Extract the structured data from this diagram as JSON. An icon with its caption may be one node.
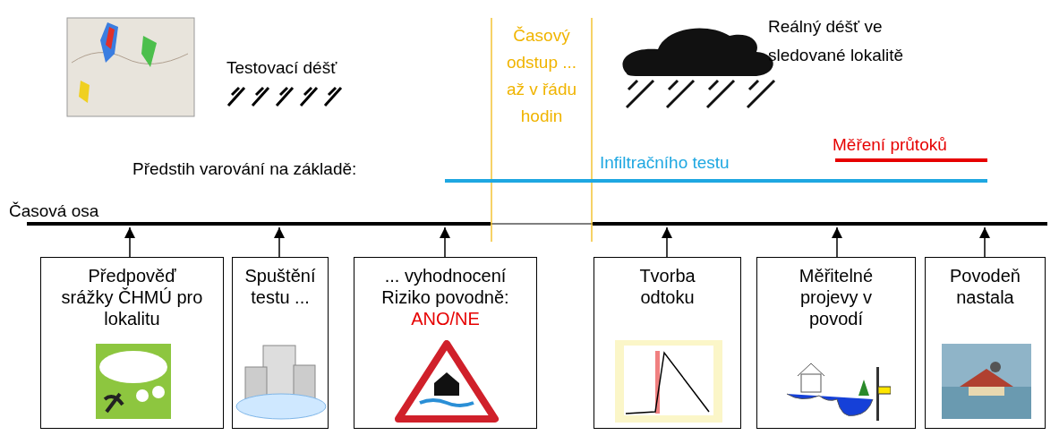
{
  "diagram": {
    "nodes": [
      {
        "text": [
          "Předpověď srážky ČHMÚ pro lokalitu"
        ]
      },
      {
        "text": [
          "Spuštění testu ..."
        ]
      },
      {
        "text": [
          "... vyhodnocení Riziko povodně:",
          "ANO/NE"
        ]
      },
      {
        "text": [
          "Tvorba odtoku"
        ]
      },
      {
        "text": [
          "Měřitelné projevy v povodí"
        ]
      },
      {
        "text": [
          "Povodeň nastala"
        ]
      }
    ],
    "edges": [
      {
        "from": 0,
        "to": null,
        "arrow": "to"
      },
      {
        "from": 1,
        "to": null,
        "arrow": "to"
      },
      {
        "from": 2,
        "to": null,
        "arrow": "to"
      },
      {
        "from": 3,
        "to": null,
        "arrow": "to"
      },
      {
        "from": 4,
        "to": null,
        "arrow": "to"
      },
      {
        "from": 5,
        "to": null,
        "arrow": "to"
      }
    ],
    "labels": [
      "Testovací déšť",
      "Časový odstup ... až v řádu hodin",
      "Reálný déšť ve sledované lokalitě",
      "Předstih varování na základě:",
      "Infiltračního testu",
      "Měření průtoků",
      "Časová osa"
    ]
  }
}
